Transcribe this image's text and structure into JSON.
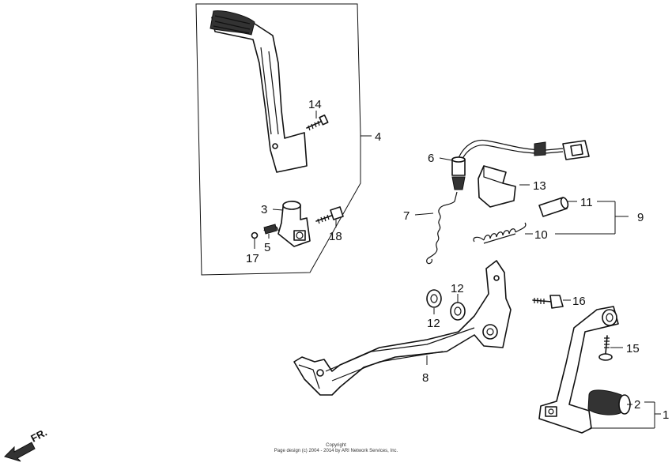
{
  "callouts": {
    "c1": "1",
    "c2": "2",
    "c3": "3",
    "c4": "4",
    "c5": "5",
    "c6": "6",
    "c7": "7",
    "c8": "8",
    "c9": "9",
    "c10": "10",
    "c11": "11",
    "c12a": "12",
    "c12b": "12",
    "c13": "13",
    "c14": "14",
    "c15": "15",
    "c16": "16",
    "c17": "17",
    "c18": "18"
  },
  "direction_label": "FR.",
  "copyright": {
    "line1": "Copyright",
    "line2": "Page design (c) 2004 - 2014 by ARI Network Services, Inc."
  }
}
